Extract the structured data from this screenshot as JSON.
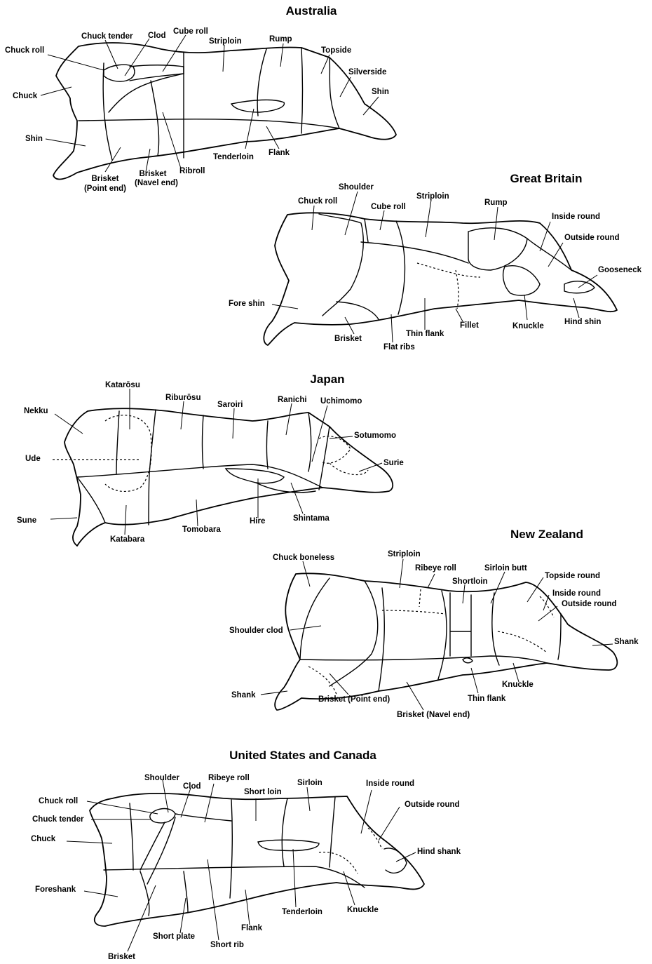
{
  "sections": [
    {
      "title": "Australia",
      "labels": [
        "Chuck roll",
        "Chuck tender",
        "Clod",
        "Cube roll",
        "Striploin",
        "Rump",
        "Topside",
        "Silverside",
        "Shin",
        "Chuck",
        "Shin",
        "Brisket",
        "(Point end)",
        "Brisket",
        "(Navel end)",
        "Ribroll",
        "Tenderloin",
        "Flank"
      ]
    },
    {
      "title": "Great Britain",
      "labels": [
        "Shoulder",
        "Chuck roll",
        "Cube roll",
        "Striploin",
        "Rump",
        "Inside round",
        "Outside round",
        "Gooseneck",
        "Fore shin",
        "Brisket",
        "Flat ribs",
        "Thin flank",
        "Fillet",
        "Knuckle",
        "Hind shin"
      ]
    },
    {
      "title": "Japan",
      "labels": [
        "Katarōsu",
        "Riburōsu",
        "Saroiri",
        "Ranichi",
        "Uchimomo",
        "Nekku",
        "Sotumomo",
        "Surie",
        "Ude",
        "Sune",
        "Katabara",
        "Tomobara",
        "Hire",
        "Shintama"
      ]
    },
    {
      "title": "New Zealand",
      "labels": [
        "Chuck boneless",
        "Striploin",
        "Ribeye roll",
        "Shortloin",
        "Sirloin butt",
        "Topside round",
        "Inside round",
        "Outside round",
        "Shoulder clod",
        "Shank",
        "Shank",
        "Brisket (Point end)",
        "Brisket (Navel end)",
        "Thin flank",
        "Knuckle"
      ]
    },
    {
      "title": "United States and Canada",
      "labels": [
        "Shoulder",
        "Clod",
        "Ribeye roll",
        "Short loin",
        "Sirloin",
        "Inside round",
        "Chuck roll",
        "Chuck tender",
        "Outside round",
        "Chuck",
        "Hind shank",
        "Foreshank",
        "Tenderloin",
        "Knuckle",
        "Flank",
        "Short plate",
        "Short rib",
        "Brisket"
      ]
    }
  ]
}
